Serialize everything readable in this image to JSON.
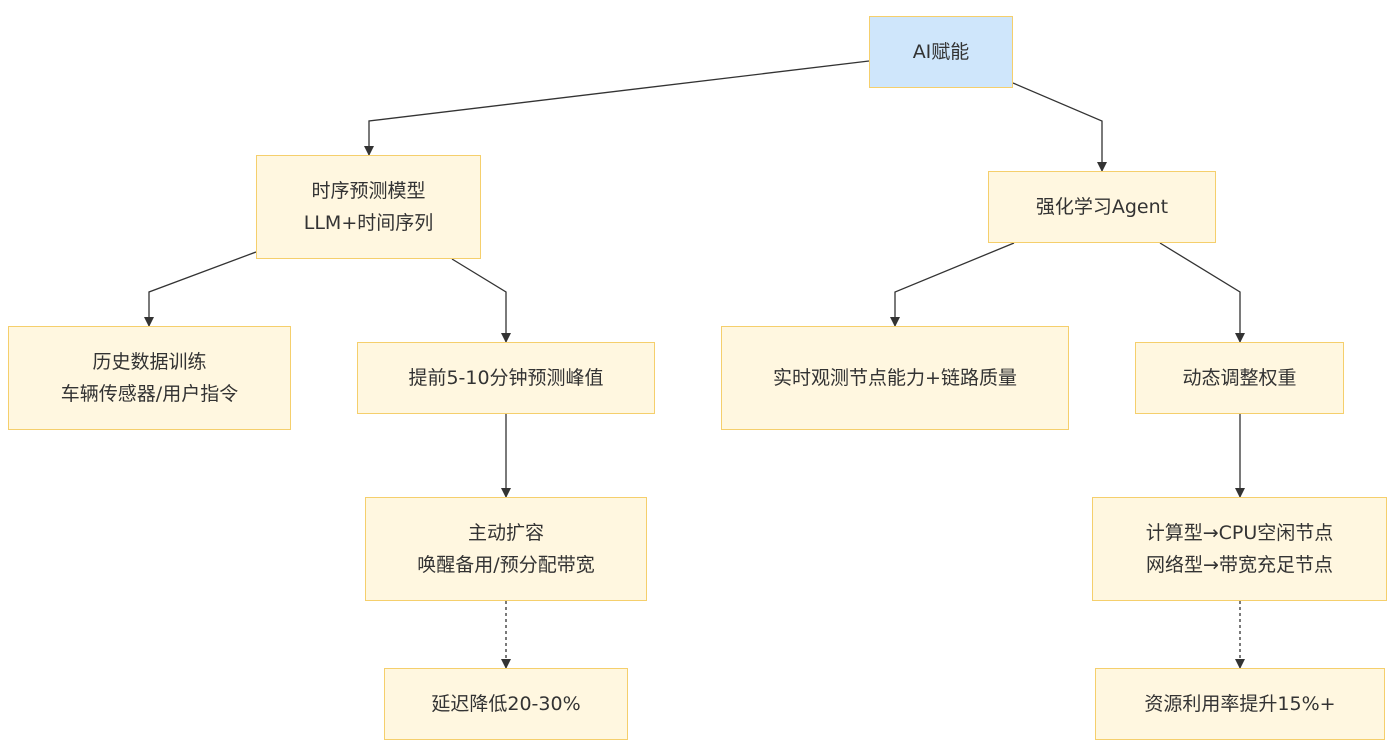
{
  "nodes": {
    "root": {
      "lines": [
        "AI赋能"
      ]
    },
    "timeseries": {
      "lines": [
        "时序预测模型",
        "LLM+时间序列"
      ]
    },
    "rl_agent": {
      "lines": [
        "强化学习Agent"
      ]
    },
    "history": {
      "lines": [
        "历史数据训练",
        "车辆传感器/用户指令"
      ]
    },
    "predict_peak": {
      "lines": [
        "提前5-10分钟预测峰值"
      ]
    },
    "observe": {
      "lines": [
        "实时观测节点能力+链路质量"
      ]
    },
    "adjust_weight": {
      "lines": [
        "动态调整权重"
      ]
    },
    "scale_up": {
      "lines": [
        "主动扩容",
        "唤醒备用/预分配带宽"
      ]
    },
    "routing": {
      "lines": [
        "计算型→CPU空闲节点",
        "网络型→带宽充足节点"
      ]
    },
    "latency": {
      "lines": [
        "延迟降低20-30%"
      ]
    },
    "utilization": {
      "lines": [
        "资源利用率提升15%+"
      ]
    }
  },
  "edges": [
    {
      "from": "root",
      "to": "timeseries",
      "style": "solid"
    },
    {
      "from": "root",
      "to": "rl_agent",
      "style": "solid"
    },
    {
      "from": "timeseries",
      "to": "history",
      "style": "solid"
    },
    {
      "from": "timeseries",
      "to": "predict_peak",
      "style": "solid"
    },
    {
      "from": "predict_peak",
      "to": "scale_up",
      "style": "solid"
    },
    {
      "from": "scale_up",
      "to": "latency",
      "style": "dashed"
    },
    {
      "from": "rl_agent",
      "to": "observe",
      "style": "solid"
    },
    {
      "from": "rl_agent",
      "to": "adjust_weight",
      "style": "solid"
    },
    {
      "from": "adjust_weight",
      "to": "routing",
      "style": "solid"
    },
    {
      "from": "routing",
      "to": "utilization",
      "style": "dashed"
    }
  ],
  "colors": {
    "node_fill": "#fff7e0",
    "root_fill": "#cfe6fb",
    "node_border": "#f5cf6c",
    "edge": "#333333",
    "text": "#333333"
  }
}
